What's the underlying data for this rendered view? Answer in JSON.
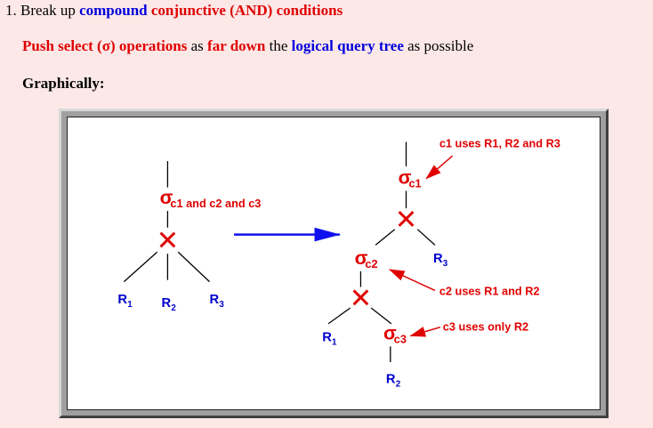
{
  "header": {
    "num": "1.",
    "break_up": "Break up",
    "compound": "compound",
    "conjunctive": "conjunctive (AND) conditions"
  },
  "rule": {
    "push_select": "Push select (σ) operations",
    "as1": "as",
    "far_down": "far down",
    "the": "the",
    "logical_tree": "logical query tree",
    "as_possible": "as possible"
  },
  "graphically": "Graphically:",
  "diagram": {
    "sigma": "σ",
    "left": {
      "cond": "c1 and c2 and c3",
      "r1": "R",
      "r1_sub": "1",
      "r2": "R",
      "r2_sub": "2",
      "r3": "R",
      "r3_sub": "3"
    },
    "right": {
      "c1": "c1",
      "c2": "c2",
      "c3": "c3",
      "r1": "R",
      "r1_sub": "1",
      "r2": "R",
      "r2_sub": "2",
      "r3": "R",
      "r3_sub": "3"
    },
    "annotations": {
      "c1": "c1 uses R1, R2 and R3",
      "c2": "c2 uses R1 and R2",
      "c3": "c3 uses only R2"
    },
    "colors": {
      "cross": "#e00000",
      "arrow": "#1010ee",
      "annotation": "#e00000",
      "relation": "#0000cc"
    }
  }
}
